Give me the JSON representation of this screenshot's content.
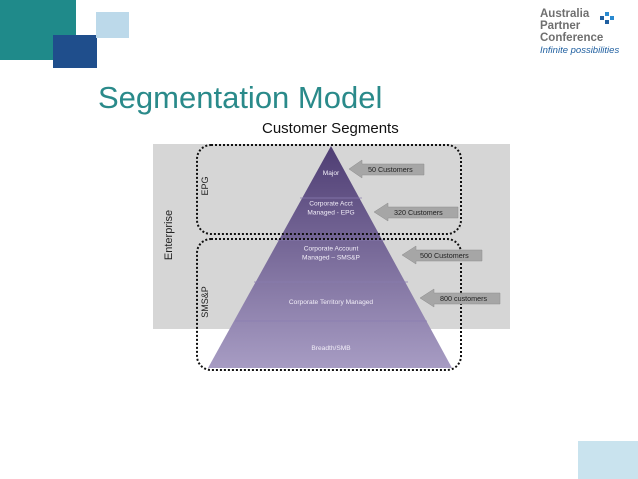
{
  "title": "Segmentation Model",
  "subtitle": "Customer Segments",
  "logo": {
    "line1": "Australia",
    "line2": "Partner",
    "line3": "Conference",
    "tagline": "Infinite possibilities"
  },
  "side_labels": {
    "enterprise": "Enterprise",
    "epg": "EPG",
    "smsp": "SMS&P"
  },
  "tiers": [
    {
      "label_lines": [
        "Major"
      ]
    },
    {
      "label_lines": [
        "Corporate Acct",
        "Managed - EPG"
      ]
    },
    {
      "label_lines": [
        "Corporate Account",
        "Managed – SMS&P"
      ]
    },
    {
      "label_lines": [
        "Corporate Territory Managed"
      ]
    },
    {
      "label_lines": [
        "Breadth/SMB"
      ]
    }
  ],
  "callouts": [
    "50 Customers",
    "320 Customers",
    "500 Customers",
    "800 customers"
  ],
  "colors": {
    "accent": "#2a8a8a",
    "pyramid_top": "#4e3d73",
    "pyramid_bottom": "#a79cc3",
    "band": "#d6d6d6",
    "callout": "#a6a6a6"
  }
}
